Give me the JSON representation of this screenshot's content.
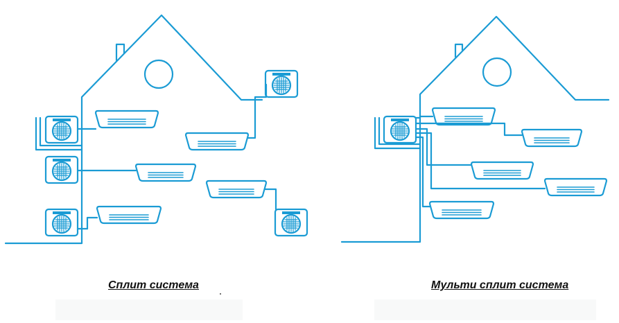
{
  "captions": {
    "split": "Сплит система",
    "multi_split": "Мульти сплит система"
  },
  "colors": {
    "line": "#1a9bd4",
    "fan": "#1a9bd4",
    "caption": "#111111",
    "background": "#ffffff"
  },
  "icons": [
    "house-outline",
    "outdoor-unit-icon",
    "indoor-unit-icon",
    "refrigerant-pipe"
  ],
  "split_system": {
    "outdoor_units": 5,
    "indoor_units": 5
  },
  "multi_split_system": {
    "outdoor_units": 1,
    "indoor_units": 5
  }
}
